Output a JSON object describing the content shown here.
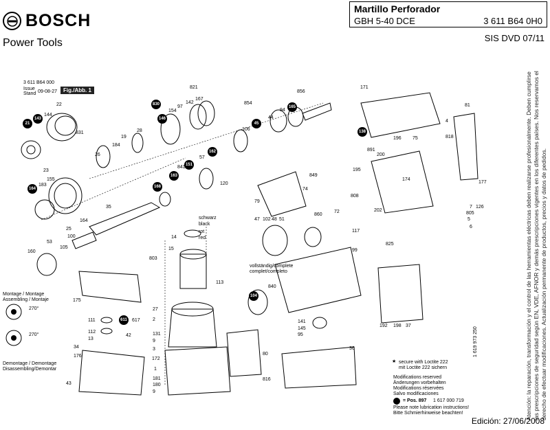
{
  "brand": {
    "name": "BOSCH",
    "subtitle": "Power Tools"
  },
  "title_box": {
    "product": "Martillo Perforador",
    "model": "GBH 5-40 DCE",
    "number": "3 611 B64 0H0"
  },
  "sis": "SIS DVD 07/11",
  "edition": "Edición: 27/06/2008",
  "meta": {
    "code": "3 611 B64 000",
    "issue_label": "Issue",
    "stand_label": "Stand",
    "date": "09-08-27",
    "fig": "Fig./Abb. 1"
  },
  "side_note": "Atención: la reparación, transformación y el control de las herramientas eléctricas deben realizarse profesionalmente. Deben cumplirse las prescripciones de seguridad según EN, VDE, AFNOR y demás prescripciones vigentes en los diferentes países. Nos reservamos el derecho de efectuar modificaciones. Actualización permanente de productos, precios y datos de pedidos.",
  "notes": {
    "loctite_en": "secure with Loctite 222",
    "loctite_de": "mit Loctite 222 sichern",
    "mod_en": "Modifications reserved",
    "mod_de": "Änderungen vorbehalten",
    "mod_fr": "Modifications réservées",
    "mod_es": "Salvo modificaciones",
    "pos_label": "= Pos. 897",
    "pos_code": "1 617 000 719",
    "lube_en": "Please note lubrication instructions!",
    "lube_de": "Bitte Schmierhinweise beachten!",
    "doc_code": "1 619 973 250"
  },
  "labels": {
    "schwarz": "schwarz",
    "black": "black",
    "rot": "rot",
    "red": "red",
    "complete_de": "vollständig/complete",
    "complete_fr": "complet/completo",
    "montage1": "Montage / Montage",
    "montage2": "Assembling / Montaje",
    "demontage1": "Demontage / Demontage",
    "demontage2": "Disassembling/Demontar",
    "deg1": "270°",
    "deg2": "270°"
  },
  "badges": [
    "21",
    "143",
    "164",
    "830",
    "146",
    "165",
    "45",
    "162",
    "151",
    "168",
    "163",
    "138",
    "104",
    "611"
  ],
  "parts": [
    "22",
    "144",
    "831",
    "26",
    "184",
    "19",
    "28",
    "154",
    "97",
    "142",
    "167",
    "821",
    "854",
    "856",
    "106",
    "44",
    "94",
    "171",
    "81",
    "4",
    "818",
    "196",
    "75",
    "200",
    "891",
    "195",
    "174",
    "177",
    "808",
    "7",
    "126",
    "805",
    "5",
    "6",
    "841",
    "57",
    "120",
    "849",
    "74",
    "79",
    "23",
    "155",
    "183",
    "35",
    "164",
    "25",
    "100",
    "105",
    "53",
    "160",
    "14",
    "803",
    "15",
    "113",
    "47",
    "102",
    "48",
    "51",
    "860",
    "72",
    "117",
    "99",
    "825",
    "202",
    "27",
    "2",
    "42",
    "617",
    "111",
    "112",
    "13",
    "175",
    "131",
    "9",
    "3",
    "172",
    "1",
    "181",
    "180",
    "9",
    "80",
    "816",
    "34",
    "176",
    "43",
    "36",
    "192",
    "198",
    "37",
    "840",
    "141",
    "145",
    "95"
  ]
}
